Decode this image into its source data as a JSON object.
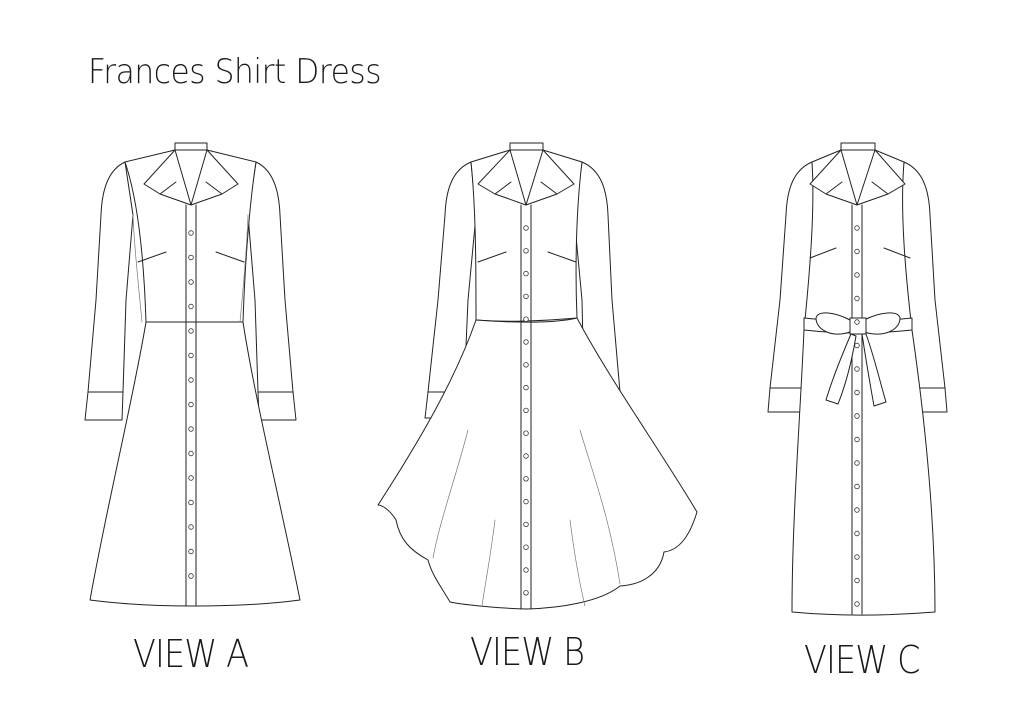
{
  "title": "Frances Shirt Dress",
  "views": [
    {
      "label": "VIEW A",
      "style": "a-line-skirt"
    },
    {
      "label": "VIEW B",
      "style": "flared-hi-lo-skirt"
    },
    {
      "label": "VIEW C",
      "style": "straight-skirt-with-tie-belt"
    }
  ]
}
